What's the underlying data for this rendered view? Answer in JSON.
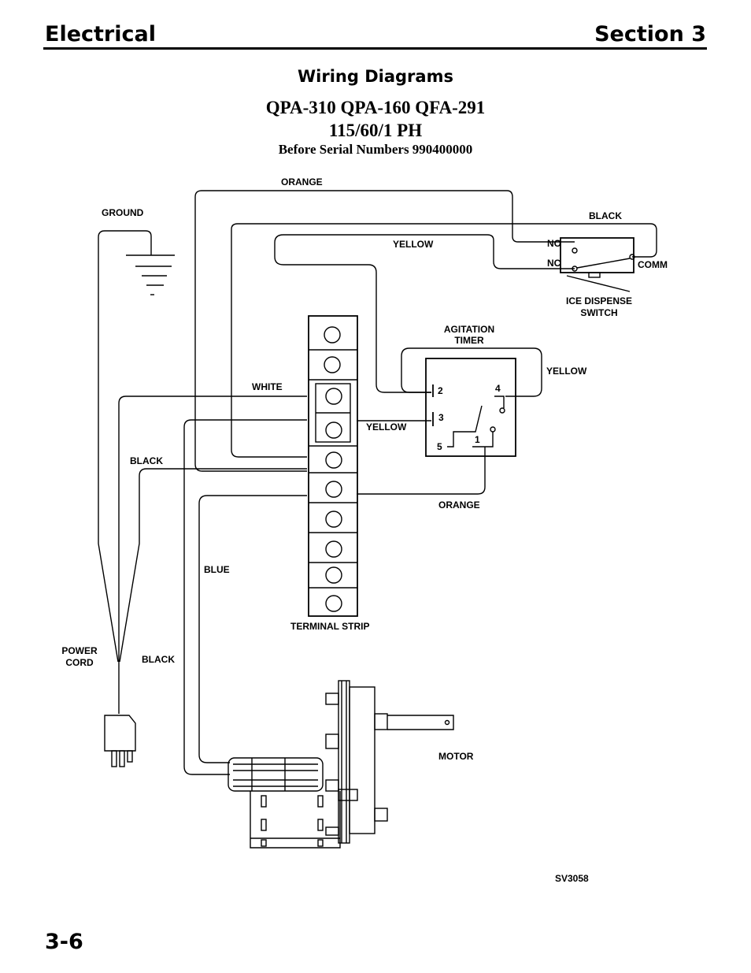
{
  "header": {
    "left": "Electrical",
    "right": "Section 3"
  },
  "titles": {
    "heading": "Wiring Diagrams",
    "models": "QPA-310 QPA-160 QFA-291",
    "voltage": "115/60/1 PH",
    "serial_note": "Before Serial Numbers 990400000"
  },
  "labels": {
    "orange_top": "ORANGE",
    "ground": "GROUND",
    "black_top": "BLACK",
    "yellow_top": "YELLOW",
    "no": "NO",
    "nc": "NC",
    "comm": "COMM",
    "ice_dispense_1": "ICE DISPENSE",
    "ice_dispense_2": "SWITCH",
    "agitation_1": "AGITATION",
    "agitation_2": "TIMER",
    "yellow_right": "YELLOW",
    "white": "WHITE",
    "yellow_mid": "YELLOW",
    "black_mid": "BLACK",
    "orange_mid": "ORANGE",
    "blue": "BLUE",
    "terminal_strip": "TERMINAL STRIP",
    "power_cord_1": "POWER",
    "power_cord_2": "CORD",
    "black_low": "BLACK",
    "motor": "MOTOR",
    "t2": "2",
    "t3": "3",
    "t4": "4",
    "t5": "5",
    "t1": "1",
    "figure_id": "SV3058"
  },
  "footer": {
    "page": "3-6"
  }
}
